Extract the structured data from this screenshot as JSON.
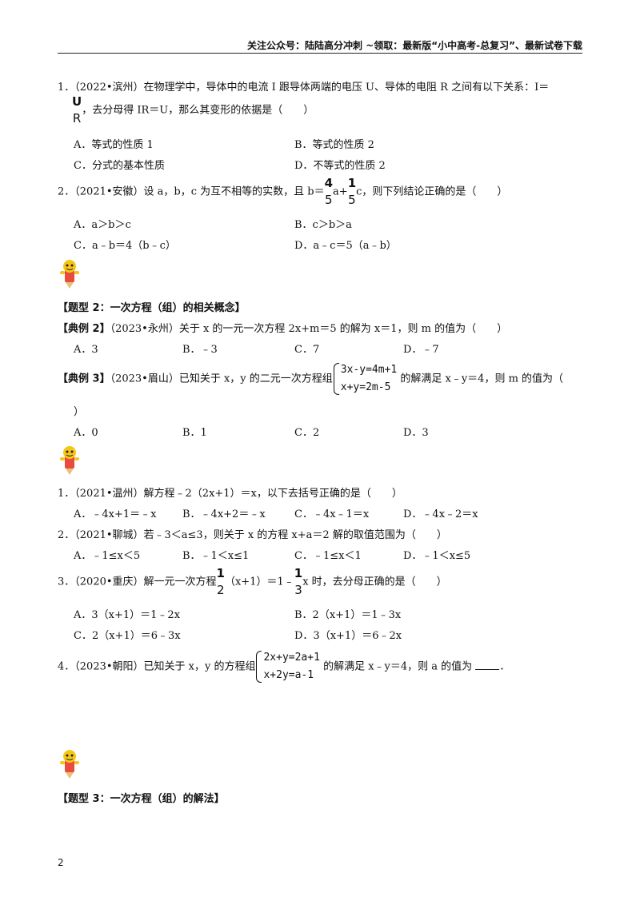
{
  "header": {
    "text": "关注公众号：陆陆高分冲刺 ~领取：最新版“小中高考-总复习”、最新试卷下载"
  },
  "q1": {
    "stem_a": "1．（2022•滨州）在物理学中，导体中的电流 I 跟导体两端的电压 U、导体的电阻 R 之间有以下关系：I＝",
    "frac_num": "U",
    "frac_den": "R",
    "stem_b": "，去分母得 IR＝U，那么其变形的依据是（　　）",
    "options": [
      "A．等式的性质 1",
      "B．等式的性质 2",
      "C．分式的基本性质",
      "D．不等式的性质 2"
    ]
  },
  "q2": {
    "stem_a": "2．（2021•安徽）设 a，b，c 为互不相等的实数，且 b＝",
    "frac1_num": "4",
    "frac1_den": "5",
    "mid": "a+",
    "frac2_num": "1",
    "frac2_den": "5",
    "stem_b": "c，则下列结论正确的是（　　）",
    "options": [
      "A．a＞b＞c",
      "B．c＞b＞a",
      "C．a﹣b＝4（b﹣c）",
      "D．a﹣c＝5（a﹣b）"
    ]
  },
  "type2": {
    "title": "【题型 2：一次方程（组）的相关概念】"
  },
  "ex2": {
    "tag": "【典例 2】",
    "stem": "（2023•永州）关于 x 的一元一次方程 2x+m＝5 的解为 x＝1，则 m 的值为（　　）",
    "options": [
      "A．3",
      "B．﹣3",
      "C．7",
      "D．﹣7"
    ]
  },
  "ex3": {
    "tag": "【典例 3】",
    "stem_a": "（2023•眉山）已知关于 x，y 的二元一次方程组",
    "eq1": "3x-y=4m+1",
    "eq2": "x+y=2m-5",
    "stem_b": "的解满足 x﹣y＝4，则 m 的值为（",
    "stem_c": "）",
    "options": [
      "A．0",
      "B．1",
      "C．2",
      "D．3"
    ]
  },
  "p1": {
    "stem": "1．（2021•温州）解方程﹣2（2x+1）＝x，以下去括号正确的是（　　）",
    "options": [
      "A．﹣4x+1＝﹣x",
      "B．﹣4x+2＝﹣x",
      "C．﹣4x﹣1＝x",
      "D．﹣4x﹣2＝x"
    ]
  },
  "p2": {
    "stem": "2．（2021•聊城）若﹣3＜a≤3，则关于 x 的方程 x+a＝2 解的取值范围为（　　）",
    "options": [
      "A．﹣1≤x＜5",
      "B．﹣1＜x≤1",
      "C．﹣1≤x＜1",
      "D．﹣1＜x≤5"
    ]
  },
  "p3": {
    "stem_a": "3．（2020•重庆）解一元一次方程",
    "frac1_num": "1",
    "frac1_den": "2",
    "mid": "（x+1）＝1﹣",
    "frac2_num": "1",
    "frac2_den": "3",
    "stem_b": "x 时，去分母正确的是（　　）",
    "options": [
      "A．3（x+1）＝1﹣2x",
      "B．2（x+1）＝1﹣3x",
      "C．2（x+1）＝6﹣3x",
      "D．3（x+1）＝6﹣2x"
    ]
  },
  "p4": {
    "stem_a": "4．（2023•朝阳）已知关于 x，y 的方程组",
    "eq1": "2x+y=2a+1",
    "eq2": "x+2y=a-1",
    "stem_b": "的解满足 x﹣y＝4，则 a 的值为",
    "stem_c": "．"
  },
  "type3": {
    "title": "【题型 3：一次方程（组）的解法】"
  },
  "page": {
    "number": "2"
  }
}
